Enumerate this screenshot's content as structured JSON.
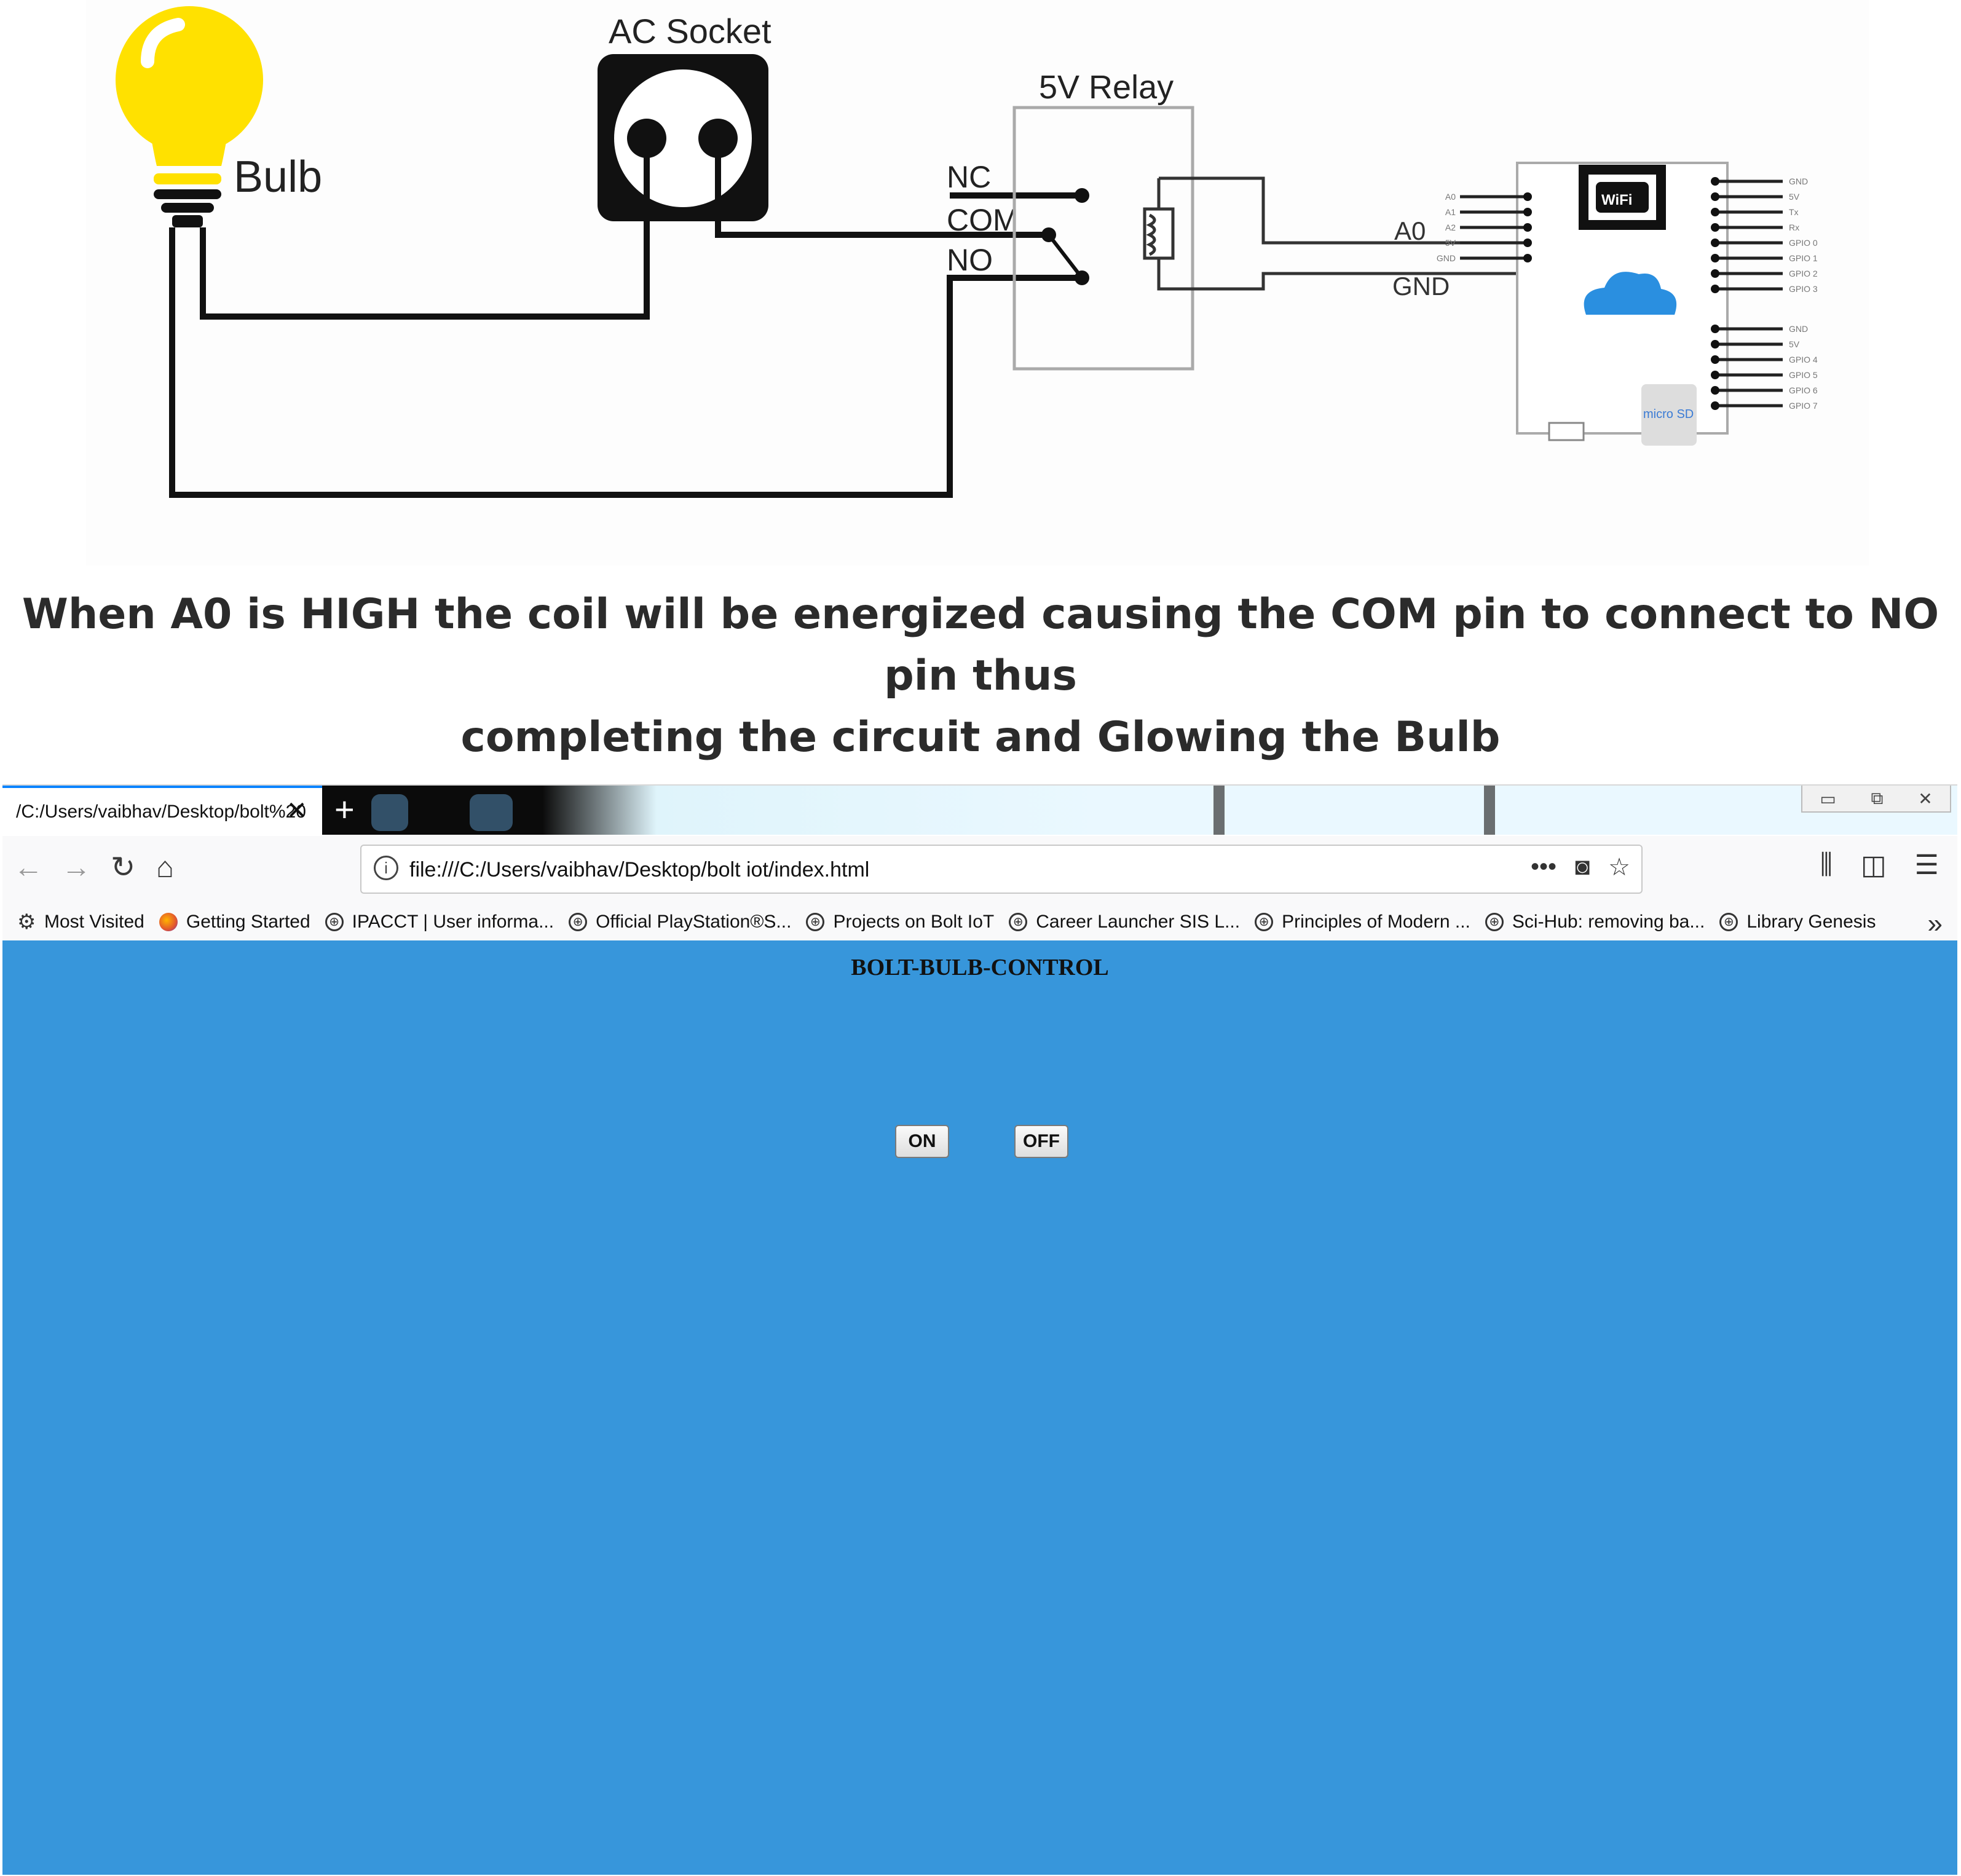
{
  "diagram": {
    "bulb_label": "Bulb",
    "socket_label": "AC Socket",
    "relay_label": "5V Relay",
    "nc_label": "NC",
    "com_label": "COM",
    "no_label": "NO",
    "a0_label": "A0",
    "gnd_label": "GND",
    "left_pins": [
      "A0",
      "A1",
      "A2",
      "5V",
      "GND"
    ],
    "right_pins_top": [
      "GND",
      "5V",
      "Tx",
      "Rx",
      "GPIO 0",
      "GPIO 1",
      "GPIO 2",
      "GPIO 3"
    ],
    "right_pins_bottom": [
      "GND",
      "5V",
      "GPIO 4",
      "GPIO 5",
      "GPIO 6",
      "GPIO 7"
    ],
    "wifi_label": "WiFi",
    "sd_label": "micro SD"
  },
  "caption": {
    "line1": "When A0 is HIGH the coil will be energized causing the COM pin to connect to NO pin thus",
    "line2": "completing the circuit and Glowing the Bulb"
  },
  "browser": {
    "tab_title": "/C:/Users/vaibhav/Desktop/bolt%20",
    "url": "file:///C:/Users/vaibhav/Desktop/bolt iot/index.html",
    "bookmarks": [
      {
        "label": "Most Visited",
        "icon": "gear-icon"
      },
      {
        "label": "Getting Started",
        "icon": "firefox-icon"
      },
      {
        "label": "IPACCT | User informa...",
        "icon": "globe-icon"
      },
      {
        "label": "Official PlayStation®S...",
        "icon": "globe-icon"
      },
      {
        "label": "Projects on Bolt IoT",
        "icon": "globe-icon"
      },
      {
        "label": "Career Launcher SIS L...",
        "icon": "globe-icon"
      },
      {
        "label": "Principles of Modern ...",
        "icon": "globe-icon"
      },
      {
        "label": "Sci-Hub: removing ba...",
        "icon": "globe-icon"
      },
      {
        "label": "Library Genesis",
        "icon": "globe-icon"
      }
    ],
    "page": {
      "title": "BOLT-BULB-CONTROL",
      "on_label": "ON",
      "off_label": "OFF",
      "background": "#3796db"
    }
  }
}
